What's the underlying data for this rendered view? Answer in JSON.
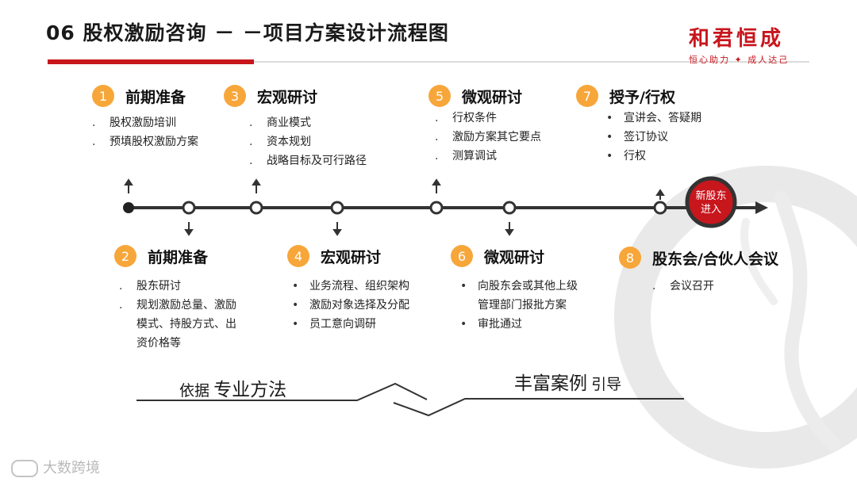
{
  "header": {
    "title": "06 股权激励咨询 － －项目方案设计流程图",
    "logo_main": "和君恒成",
    "logo_sub": "恒心助力 ✦ 成人达己"
  },
  "steps": [
    {
      "num": "1",
      "title": "前期准备",
      "bullet": ".",
      "items": [
        "股权激励培训",
        "预填股权激励方案"
      ]
    },
    {
      "num": "2",
      "title": "前期准备",
      "bullet": ".",
      "items": [
        "股东研讨",
        "规划激励总量、激励",
        "模式、持股方式、出",
        "资价格等"
      ]
    },
    {
      "num": "3",
      "title": "宏观研讨",
      "bullet": ".",
      "items": [
        "商业模式",
        "资本规划",
        "战略目标及可行路径"
      ]
    },
    {
      "num": "4",
      "title": "宏观研讨",
      "bullet": "•",
      "items": [
        "业务流程、组织架构",
        "激励对象选择及分配",
        "员工意向调研"
      ]
    },
    {
      "num": "5",
      "title": "微观研讨",
      "bullet": ".",
      "items": [
        "行权条件",
        "激励方案其它要点",
        "测算调试"
      ]
    },
    {
      "num": "6",
      "title": "微观研讨",
      "bullet": "•",
      "items": [
        "向股东会或其他上级",
        "管理部门报批方案",
        "审批通过"
      ]
    },
    {
      "num": "7",
      "title": "授予/行权",
      "bullet": "•",
      "items": [
        "宣讲会、答疑期",
        "签订协议",
        "行权"
      ]
    },
    {
      "num": "8",
      "title": "股东会/合伙人会议",
      "bullet": ".",
      "items": [
        "会议召开"
      ]
    }
  ],
  "timeline": {
    "end_label_1": "新股东",
    "end_label_2": "进入"
  },
  "bottom": {
    "left_small": "依据",
    "left_big": "专业方法",
    "right_big": "丰富案例",
    "right_small": "引导"
  },
  "watermark": "大数跨境",
  "colors": {
    "accent": "#c8161d",
    "badge": "#f7a63a",
    "line": "#333333"
  }
}
